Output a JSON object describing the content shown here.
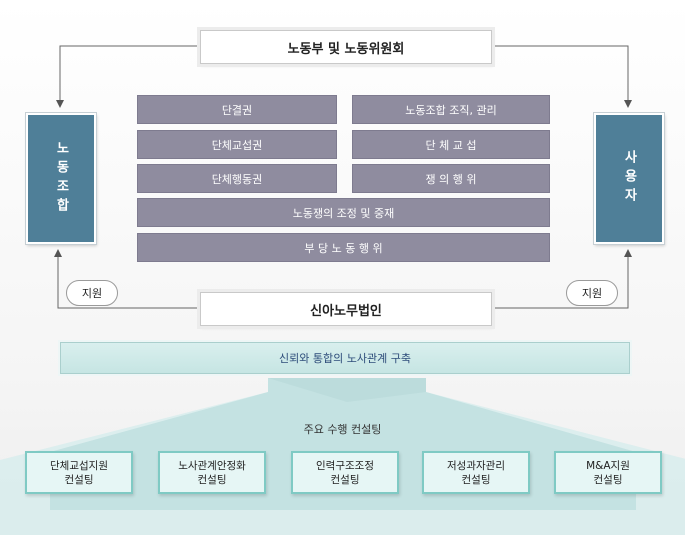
{
  "top_box": "노동부 및 노동위원회",
  "left_side": "노동조합",
  "right_side": "사용자",
  "rights": {
    "left": [
      "단결권",
      "단체교섭권",
      "단체행동권"
    ],
    "right": [
      "노동조합 조직, 관리",
      "단 체 교 섭",
      "쟁 의 행 위"
    ],
    "full": [
      "노동쟁의 조정 및 중재",
      "부 당 노 동 행 위"
    ]
  },
  "support_left": "지원",
  "support_right": "지원",
  "firm": "신아노무법인",
  "banner": "신뢰와 통합의 노사관계 구축",
  "main_services_label": "주요 수행 컨설팅",
  "services": [
    {
      "line1": "단체교섭지원",
      "line2": "컨설팅"
    },
    {
      "line1": "노사관계안정화",
      "line2": "컨설팅"
    },
    {
      "line1": "인력구조조정",
      "line2": "컨설팅"
    },
    {
      "line1": "저성과자관리",
      "line2": "컨설팅"
    },
    {
      "line1": "M&A지원",
      "line2": "컨설팅"
    }
  ]
}
